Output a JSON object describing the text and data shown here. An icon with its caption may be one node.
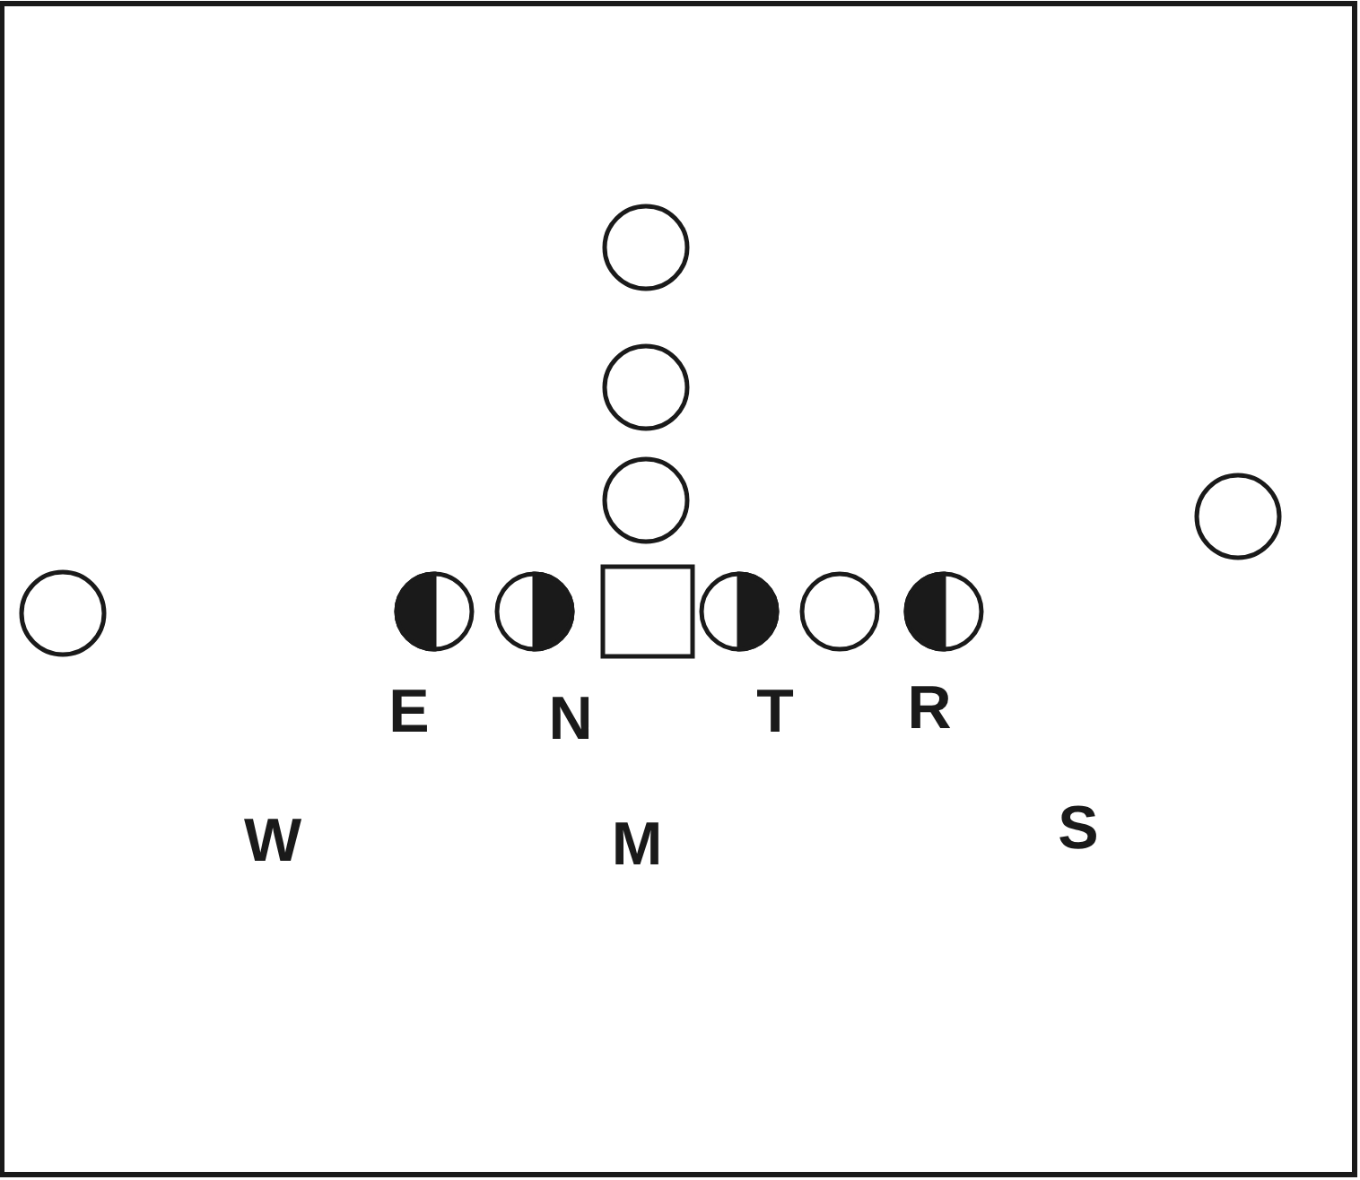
{
  "diagram": {
    "labels": [
      "E",
      "N",
      "T",
      "R",
      "W",
      "M",
      "S"
    ]
  }
}
